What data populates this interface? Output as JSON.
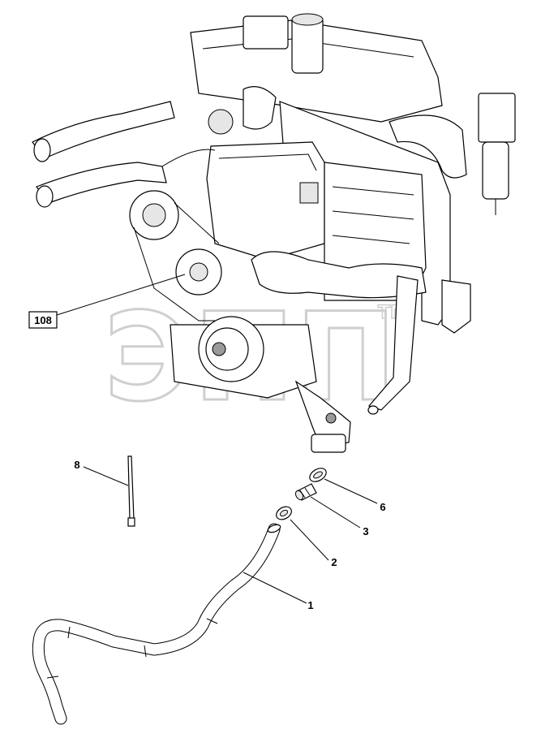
{
  "callouts": {
    "c108": "108",
    "c8": "8",
    "c6": "6",
    "c3": "3",
    "c2": "2",
    "c1": "1"
  },
  "watermark": {
    "text": "ЭПП",
    "tm": "TM"
  },
  "colors": {
    "line": "#000000",
    "background": "#ffffff",
    "watermark": "#cfcfcf"
  }
}
